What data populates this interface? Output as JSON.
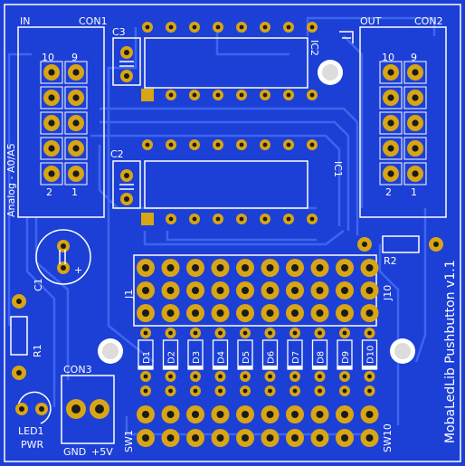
{
  "board": {
    "title": "MobaLedLib Pushbutton v1.1",
    "colors": {
      "substrate": "#1c3fd6",
      "copper": "#2a56e6",
      "trace": "#3b66ee",
      "silkscreen": "#ffffff",
      "pad": "#d8a514",
      "hole": "#1b1b1b"
    }
  },
  "connectors": {
    "in": {
      "side_label": "IN",
      "ref": "CON1",
      "pin_top_left": "10",
      "pin_top_right": "9",
      "pin_bottom_left": "2",
      "pin_bottom_right": "1",
      "side_text": "Analog - A0/A5"
    },
    "out": {
      "side_label": "OUT",
      "ref": "CON2",
      "pin_top_left": "10",
      "pin_top_right": "9",
      "pin_bottom_left": "2",
      "pin_bottom_right": "1"
    },
    "power": {
      "ref": "CON3",
      "pin1": "GND",
      "pin2": "+5V"
    }
  },
  "components": {
    "c1": "C1",
    "c2": "C2",
    "c3": "C3",
    "ic1": "IC1",
    "ic2": "IC2",
    "r1": "R1",
    "r2": "R2",
    "led1": "LED1",
    "led1_sub": "PWR",
    "j1": "J1",
    "j10": "J10",
    "sw1": "SW1",
    "sw10": "SW10",
    "plus": "+"
  },
  "diodes": [
    "D1",
    "D2",
    "D3",
    "D4",
    "D5",
    "D6",
    "D7",
    "D8",
    "D9",
    "D10"
  ]
}
